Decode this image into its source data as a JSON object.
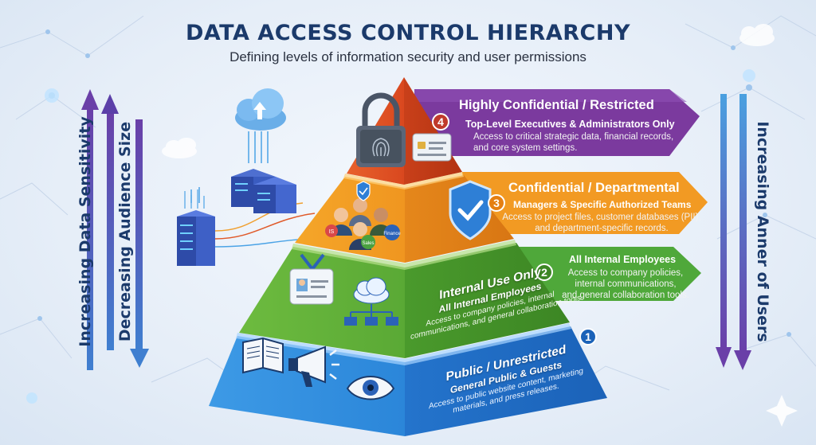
{
  "header": {
    "title": "DATA ACCESS CONTROL HIERARCHY",
    "subtitle": "Defining levels of information security and user permissions"
  },
  "side_labels": {
    "left_outer": "Increasing Data Sensitivity",
    "left_inner": "Decreasing Audience Size",
    "right": "Increasing Anner of Users"
  },
  "levels": [
    {
      "number": "4",
      "title": "Highly Confidential / Restricted",
      "audience": "Top-Level Executives & Administrators Only",
      "desc_lines": [
        "Access to critical strategic data, financial records,",
        "and core system settings."
      ],
      "color": "#7b3a9e"
    },
    {
      "number": "3",
      "title": "Confidential / Departmental",
      "audience": "Managers & Specific Authorized Teams",
      "desc_lines": [
        "Access to project files, customer databases (PII),",
        "and department-specific records."
      ],
      "color": "#f29a23"
    },
    {
      "number": "2",
      "title": "Internal Use Only",
      "audience": "All Internal Employees",
      "desc_lines": [
        "Access to company policies, internal",
        "communications, and general collaboration tools."
      ],
      "banner_audience": "All Internal Employees",
      "banner_desc_lines": [
        "Access to company policies,",
        "internal communications,",
        "and general collaboration tools."
      ],
      "color": "#4fa83a"
    },
    {
      "number": "1",
      "title": "Public / Unrestricted",
      "audience": "General Public & Guests",
      "desc_lines": [
        "Access to public website content, marketing",
        "materials, and press releases."
      ],
      "color": "#2a7fd6"
    }
  ],
  "icon_labels": {
    "team_tags": [
      "IS",
      "Sales",
      "Finance"
    ]
  }
}
